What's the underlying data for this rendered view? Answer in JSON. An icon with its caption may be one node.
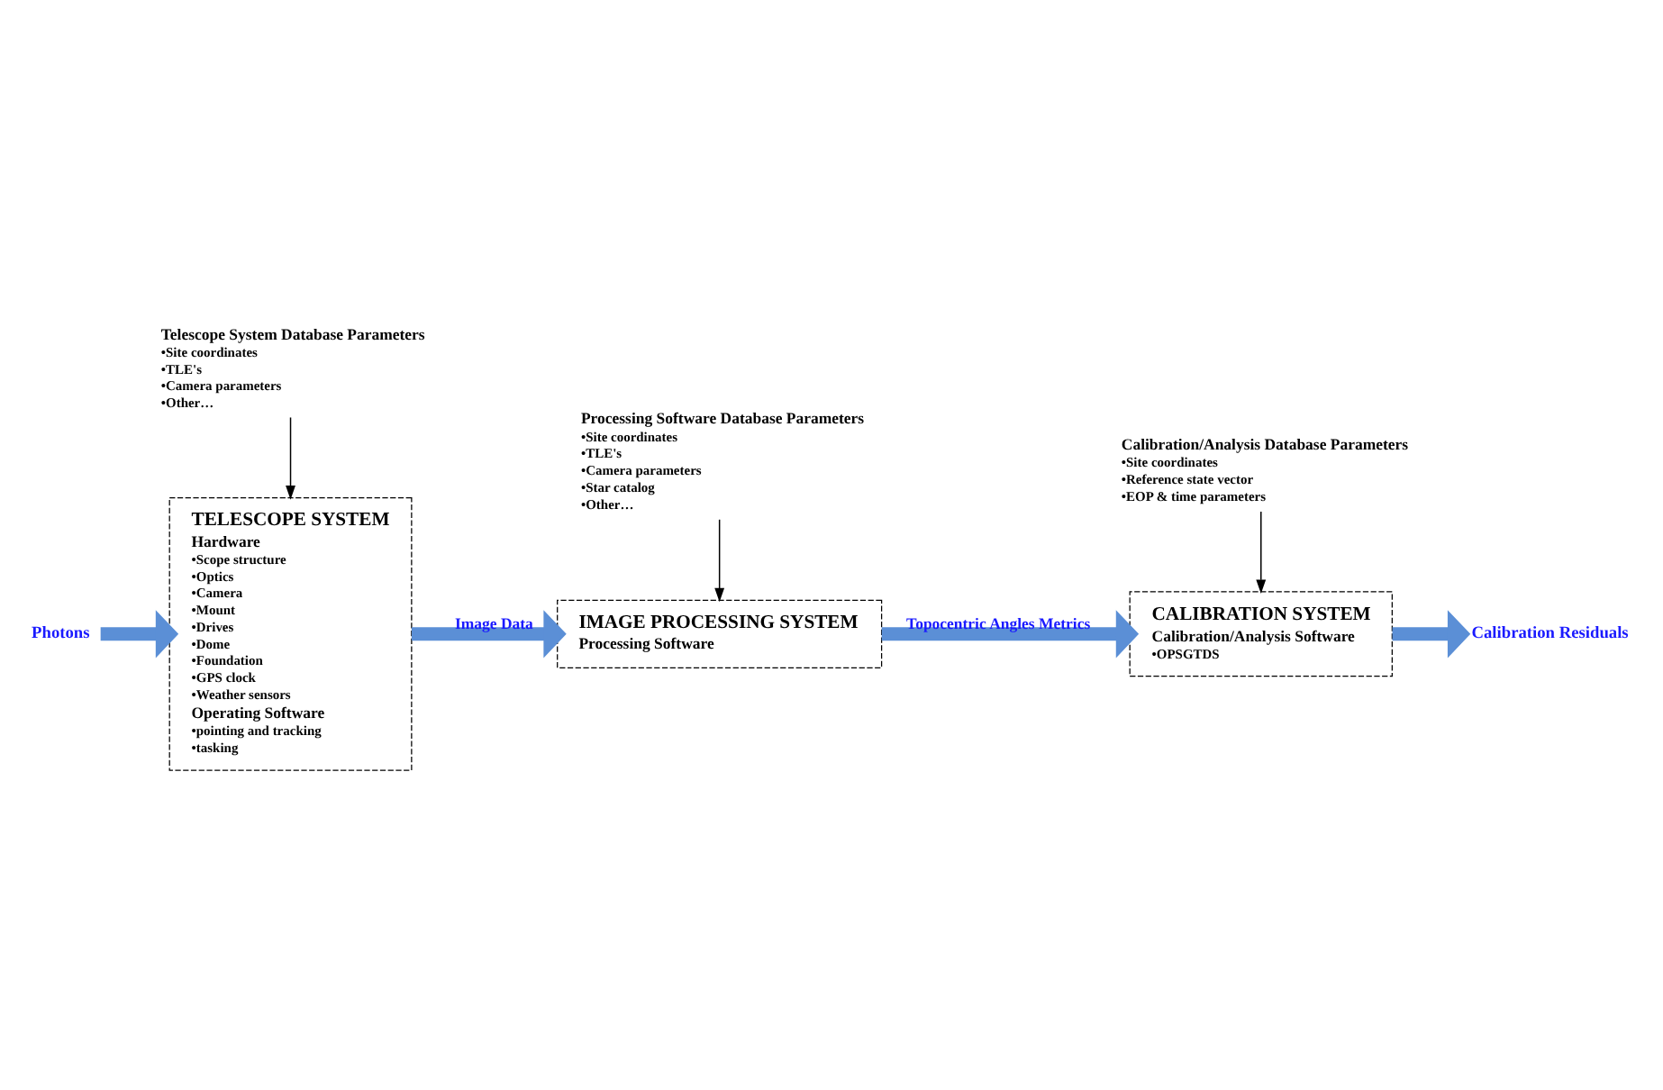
{
  "diagram": {
    "nodes": [
      {
        "text": [
          "Photons"
        ]
      },
      {
        "text": [
          "TELESCOPE SYSTEM",
          "Hardware",
          "•Scope structure",
          "•Optics",
          "•Camera",
          "•Mount",
          "•Drives",
          "•Dome",
          "•Foundation",
          "•GPS clock",
          "•Weather sensors",
          "Operating Software",
          "•pointing and tracking",
          "•tasking"
        ]
      },
      {
        "text": [
          "Telescope System Database Parameters",
          "•Site coordinates",
          "•TLE's",
          "•Camera parameters",
          "•Other…"
        ]
      },
      {
        "text": [
          "IMAGE PROCESSING SYSTEM",
          "Processing Software"
        ]
      },
      {
        "text": [
          "Processing Software Database Parameters",
          "•Site coordinates",
          "•TLE's",
          "•Camera parameters",
          "•Star catalog",
          "•Other…"
        ]
      },
      {
        "text": [
          "CALIBRATION SYSTEM",
          "Calibration/Analysis Software",
          "•OPSGTDS"
        ]
      },
      {
        "text": [
          "Calibration/Analysis Database Parameters",
          "•Site coordinates",
          "•Reference state vector",
          "•EOP & time parameters"
        ]
      },
      {
        "text": [
          "Calibration Residuals"
        ]
      }
    ],
    "edges": [
      {
        "from": 0,
        "to": 1,
        "arrow": "to"
      },
      {
        "from": 2,
        "to": 1,
        "arrow": "to",
        "color": "#000000"
      },
      {
        "from": 1,
        "to": 3,
        "arrow": "to",
        "label": "Image Data"
      },
      {
        "from": 4,
        "to": 3,
        "arrow": "to",
        "color": "#000000"
      },
      {
        "from": 3,
        "to": 5,
        "arrow": "to",
        "label": "Topocentric Angles Metrics"
      },
      {
        "from": 6,
        "to": 5,
        "arrow": "to",
        "color": "#000000"
      },
      {
        "from": 5,
        "to": 7,
        "arrow": "to"
      }
    ]
  }
}
